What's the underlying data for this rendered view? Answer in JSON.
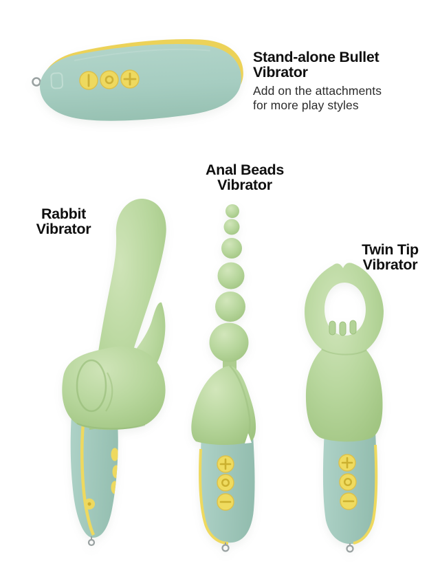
{
  "page": {
    "background_color": "#ffffff"
  },
  "palette": {
    "attachment_green": "#b5d49a",
    "device_teal": "#a7cdc2",
    "accent_yellow": "#eedb63",
    "metal_gray": "#99a1a1",
    "title_color": "#0f0f0f",
    "description_color": "#2b2b2b"
  },
  "products": {
    "bullet": {
      "name": "Stand-alone Bullet Vibrator",
      "description": "Add on the attachments for more play styles",
      "button_icons": [
        "minus",
        "power",
        "plus"
      ]
    },
    "rabbit": {
      "name": "Rabbit Vibrator"
    },
    "anal_beads": {
      "name": "Anal Beads Vibrator",
      "button_icons": [
        "plus",
        "power",
        "minus"
      ]
    },
    "twin_tip": {
      "name": "Twin Tip Vibrator",
      "button_icons": [
        "plus",
        "power",
        "minus"
      ]
    }
  }
}
